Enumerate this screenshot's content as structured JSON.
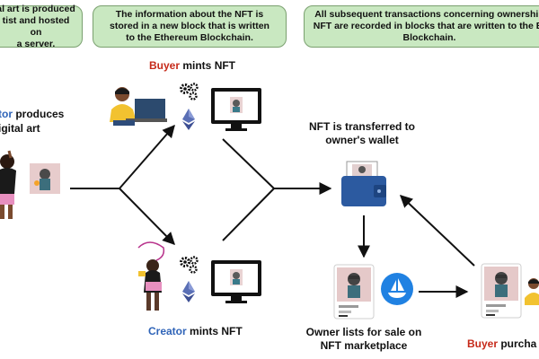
{
  "boxes": [
    {
      "line1": "al art is produced",
      "line2": "tist and hosted on",
      "line3": "a server."
    },
    {
      "line1": "The information about the NFT is",
      "line2": "stored in a new block that is written",
      "line3": "to the Ethereum Blockchain."
    },
    {
      "line1": "All subsequent transactions concerning ownership",
      "line2": "NFT are recorded in blocks that are written to the Et",
      "line3": "Blockchain."
    }
  ],
  "labels": {
    "buyer_mints_role": "Buyer",
    "buyer_mints_rest": " mints NFT",
    "creator_produces_role": "tor",
    "creator_produces_rest": " produces",
    "creator_produces_line2": "igital art",
    "transferred_line1": "NFT is transferred to",
    "transferred_line2": "owner's wallet",
    "creator_mints_role": "Creator",
    "creator_mints_rest": " mints NFT",
    "owner_lists_line1": "Owner lists for sale on",
    "owner_lists_line2": "NFT marketplace",
    "buyer_purchases_role": "Buyer",
    "buyer_purchases_rest": " purcha"
  },
  "colors": {
    "box_fill": "#c9e8c1",
    "box_border": "#7aa06f",
    "buyer": "#c62a1a",
    "creator": "#2f64b8",
    "wallet": "#2c5aa0",
    "opensea": "#2081e2"
  },
  "icons": [
    "gear-icon",
    "ethereum-icon",
    "monitor-icon",
    "wallet-icon",
    "opensea-icon",
    "nft-card-icon",
    "person-at-laptop-icon",
    "girl-drawing-icon"
  ]
}
